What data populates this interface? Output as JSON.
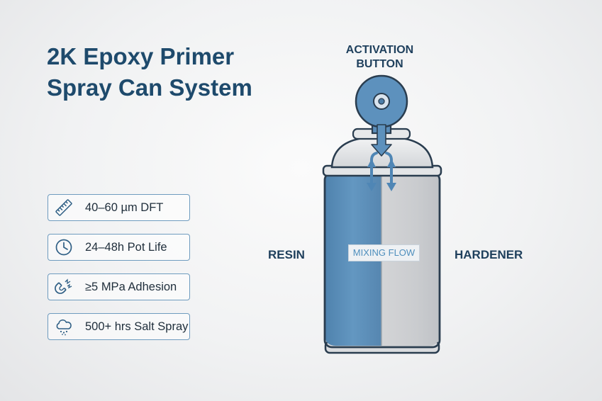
{
  "title": {
    "line1": "2K Epoxy Primer",
    "line2": "Spray Can System"
  },
  "specs": [
    {
      "label": "40–60 µm DFT",
      "icon": "ruler-icon"
    },
    {
      "label": "24–48h Pot Life",
      "icon": "clock-icon"
    },
    {
      "label": "≥5 MPa Adhesion",
      "icon": "magnet-icon"
    },
    {
      "label": "500+ hrs Salt Spray",
      "icon": "salt-spray-cloud-icon"
    }
  ],
  "diagram": {
    "activation_label_line1": "ACTIVATION",
    "activation_label_line2": "BUTTON",
    "resin_label": "RESIN",
    "hardener_label": "HARDENER",
    "mixing_label": "MIXING FLOW"
  },
  "colors": {
    "title": "#1e4a6c",
    "accent_blue": "#5b8db8",
    "card_border": "#6f9cbf",
    "resin_fill": "#5b8db8",
    "hardener_fill": "#cfd1d3",
    "label_dark": "#1e3f5c"
  }
}
